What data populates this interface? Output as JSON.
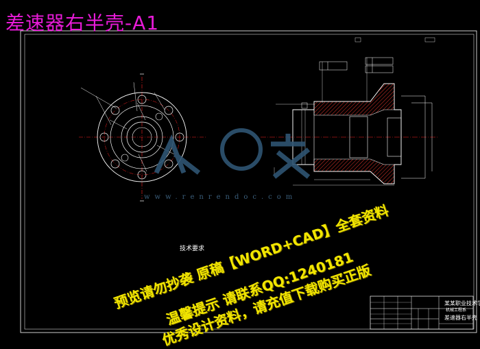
{
  "drawing": {
    "title": "差速器右半壳-A1",
    "tech_req_heading": "技术要求"
  },
  "watermark": {
    "brand_url": "www.renrendoc.com",
    "line1": "预览请勿抄袭   原稿【WORD+CAD】全套资料",
    "line2": "温馨提示 请联系QQ:1240181",
    "line3": "优秀设计资料，请充值下载购买正版"
  },
  "title_block": {
    "name": "差速器右半壳",
    "school_line1": "某某职业技术学院",
    "school_line2": "机械工程系"
  },
  "colors": {
    "title": "#e81bd8",
    "watermark_text": "#f2e600",
    "lines": "#ffffff",
    "center_lines": "#ff2020",
    "hatch": "#ff3b2f",
    "brand_logo": "#2f5573"
  }
}
